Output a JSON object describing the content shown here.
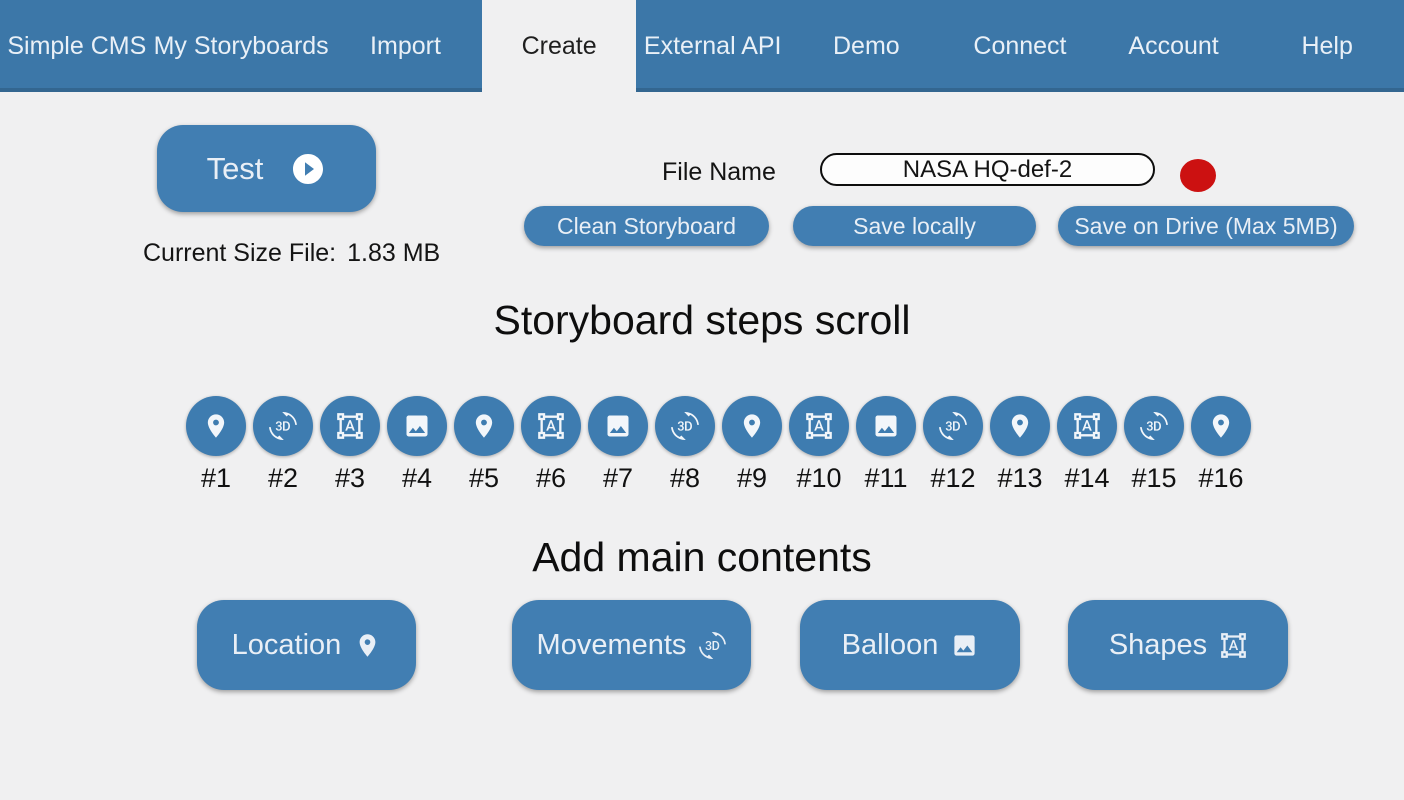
{
  "nav": {
    "items": [
      {
        "label": "Simple CMS",
        "active": false
      },
      {
        "label": "My Storyboards",
        "active": false
      },
      {
        "label": "Import",
        "active": false
      },
      {
        "label": "Create",
        "active": true
      },
      {
        "label": "External API",
        "active": false
      },
      {
        "label": "Demo",
        "active": false
      },
      {
        "label": "Connect",
        "active": false
      },
      {
        "label": "Account",
        "active": false
      },
      {
        "label": "Help",
        "active": false
      }
    ]
  },
  "toolbar": {
    "test_label": "Test",
    "test_icon": "play",
    "current_size_label": "Current Size File:",
    "current_size_value": "1.83 MB",
    "file_name_label": "File Name",
    "file_name_value": "NASA HQ-def-2",
    "clean_label": "Clean Storyboard",
    "save_locally_label": "Save locally",
    "save_drive_label": "Save on Drive (Max 5MB)"
  },
  "steps": {
    "heading": "Storyboard steps scroll",
    "items": [
      {
        "label": "#1",
        "icon": "location"
      },
      {
        "label": "#2",
        "icon": "rotation3d"
      },
      {
        "label": "#3",
        "icon": "shapes"
      },
      {
        "label": "#4",
        "icon": "image"
      },
      {
        "label": "#5",
        "icon": "location"
      },
      {
        "label": "#6",
        "icon": "shapes"
      },
      {
        "label": "#7",
        "icon": "image"
      },
      {
        "label": "#8",
        "icon": "rotation3d"
      },
      {
        "label": "#9",
        "icon": "location"
      },
      {
        "label": "#10",
        "icon": "shapes"
      },
      {
        "label": "#11",
        "icon": "image"
      },
      {
        "label": "#12",
        "icon": "rotation3d"
      },
      {
        "label": "#13",
        "icon": "location"
      },
      {
        "label": "#14",
        "icon": "shapes"
      },
      {
        "label": "#15",
        "icon": "rotation3d"
      },
      {
        "label": "#16",
        "icon": "location"
      }
    ]
  },
  "contents": {
    "heading": "Add main contents",
    "buttons": [
      {
        "label": "Location",
        "icon": "location"
      },
      {
        "label": "Movements",
        "icon": "rotation3d"
      },
      {
        "label": "Balloon",
        "icon": "image"
      },
      {
        "label": "Shapes",
        "icon": "shapes"
      }
    ]
  },
  "colors": {
    "nav_blue": "#3c77a8",
    "button_blue": "#417eb2",
    "step_circle_blue": "#3e7cb0",
    "background": "#f0f0f1",
    "status_red": "#cc1111"
  }
}
